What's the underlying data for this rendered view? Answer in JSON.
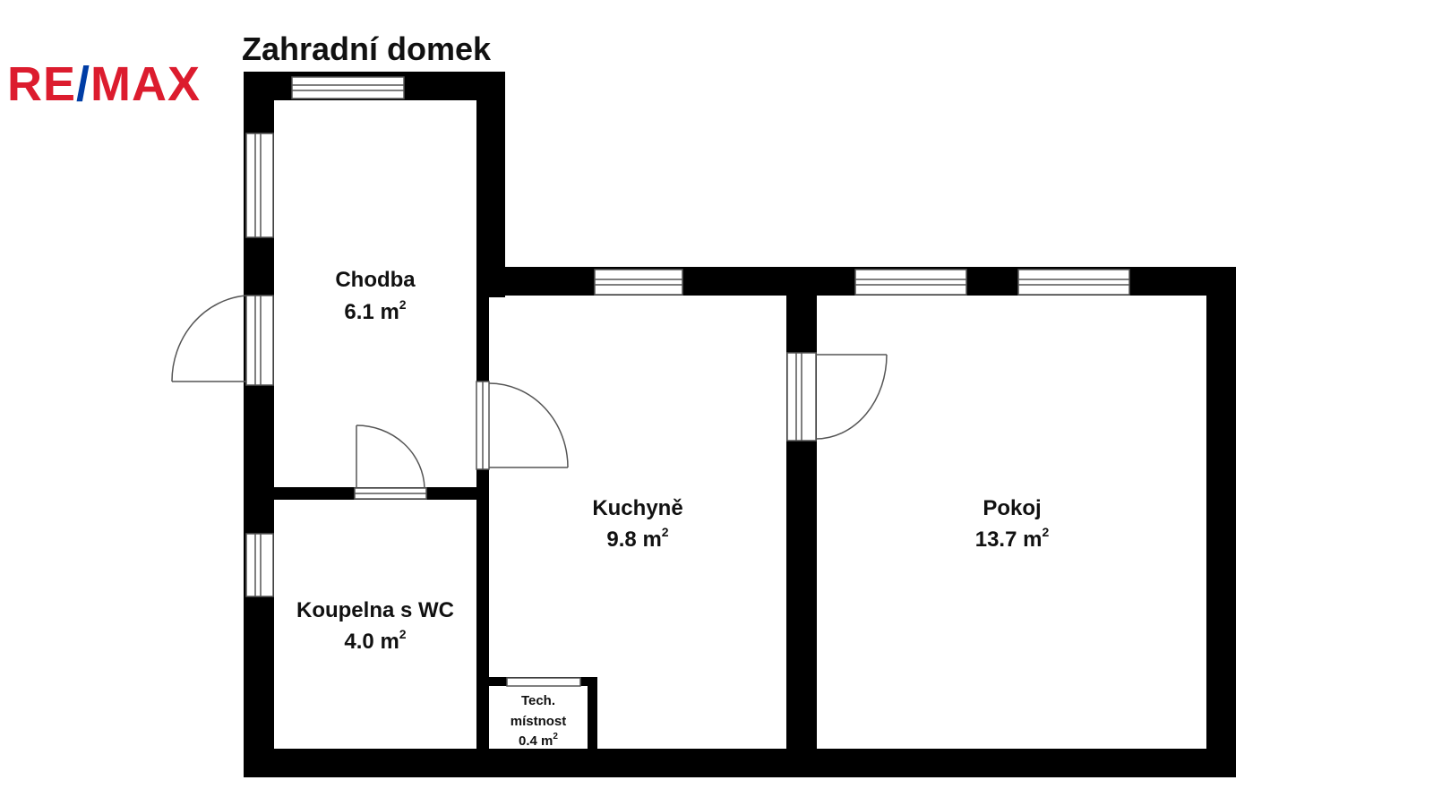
{
  "brand": {
    "logo_text_left": "RE",
    "logo_slash": "/",
    "logo_text_right": "MAX",
    "colors": {
      "red": "#dc1c2e",
      "blue": "#003da5"
    }
  },
  "plan": {
    "title": "Zahradní domek",
    "area_unit_superscript": "2",
    "rooms": [
      {
        "key": "chodba",
        "name": "Chodba",
        "area": "6.1 m"
      },
      {
        "key": "koupelna",
        "name": "Koupelna s WC",
        "area": "4.0 m"
      },
      {
        "key": "kuchyne",
        "name": "Kuchyně",
        "area": "9.8 m"
      },
      {
        "key": "pokoj",
        "name": "Pokoj",
        "area": "13.7 m"
      },
      {
        "key": "tech",
        "name_line1": "Tech.",
        "name_line2": "místnost",
        "area": "0.4 m"
      }
    ],
    "colors": {
      "wall": "#000000",
      "window": "#ffffff",
      "line": "#555555"
    }
  }
}
